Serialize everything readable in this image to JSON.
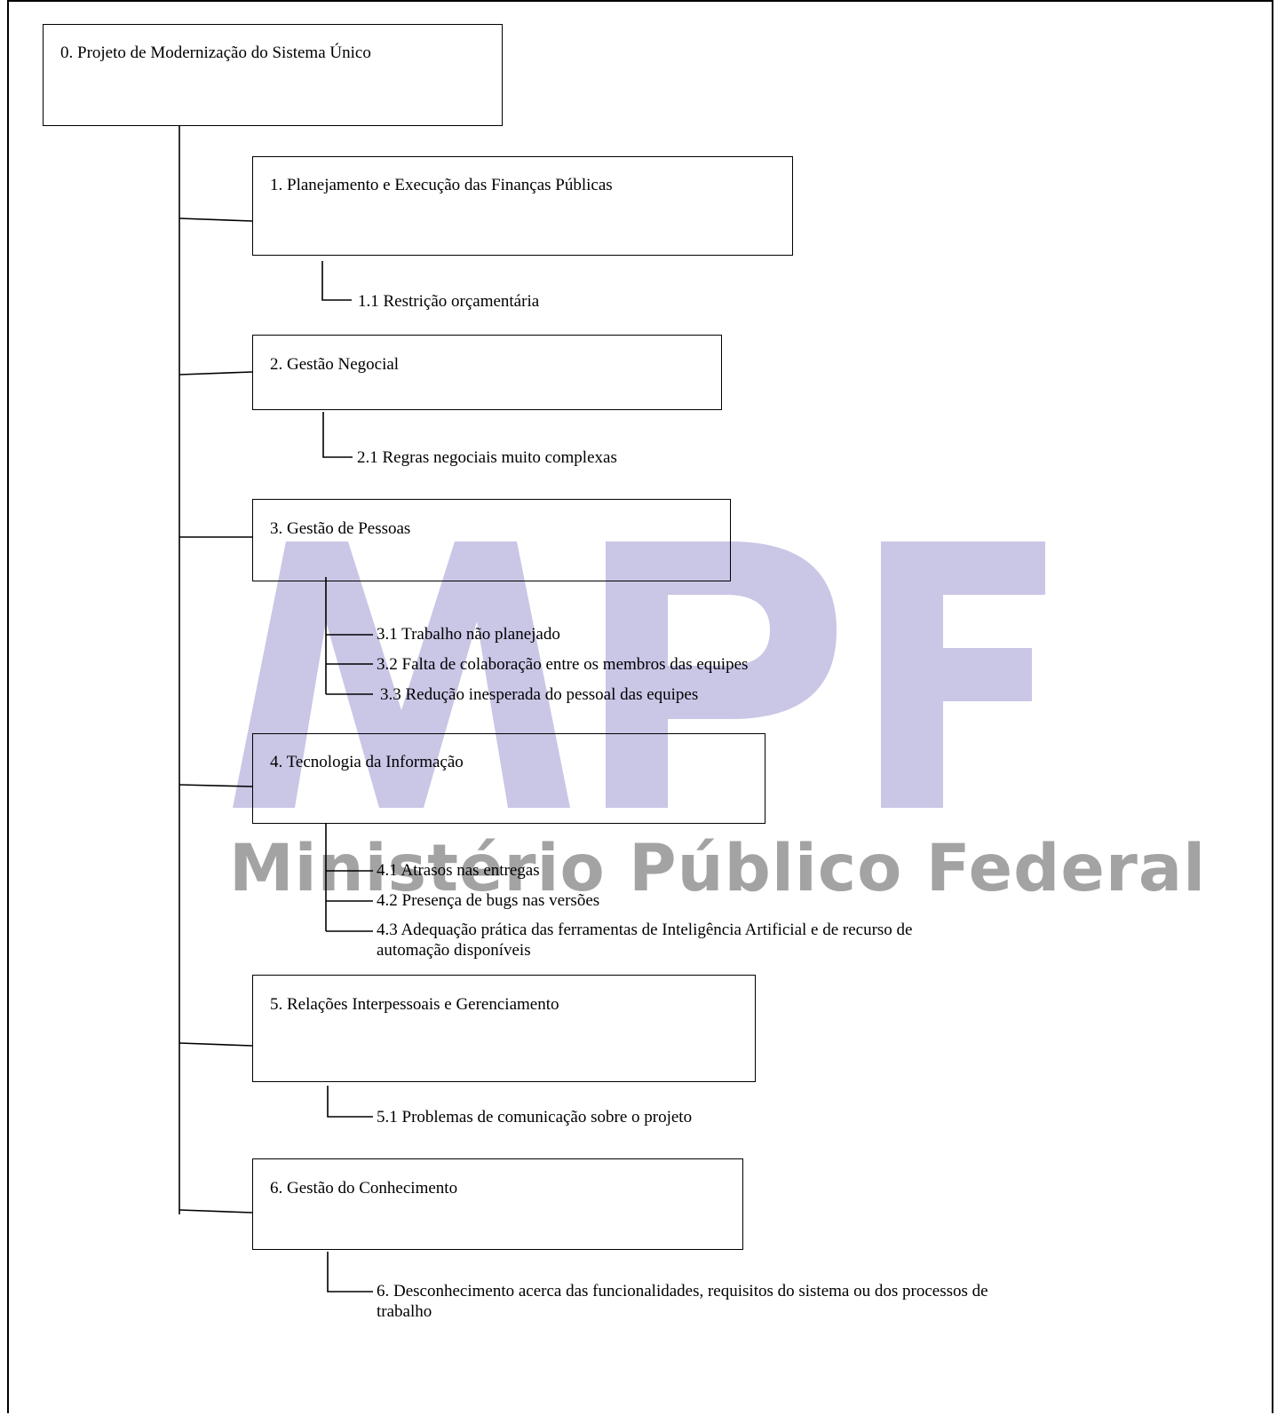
{
  "watermark": {
    "letters": "MPF",
    "text": "Ministério Público Federal",
    "letters_color": "#c9c6e6",
    "text_color": "#a3a3a3"
  },
  "root": {
    "label": "0. Projeto de Modernização do Sistema Único"
  },
  "categories": [
    {
      "label": "1. Planejamento e Execução das Finanças Públicas",
      "items": [
        "1.1 Restrição orçamentária"
      ]
    },
    {
      "label": "2. Gestão Negocial",
      "items": [
        "2.1 Regras negociais muito complexas"
      ]
    },
    {
      "label": "3. Gestão de Pessoas",
      "items": [
        "3.1 Trabalho não planejado",
        "3.2 Falta de colaboração entre os membros das equipes",
        "3.3 Redução inesperada do pessoal das equipes"
      ]
    },
    {
      "label": "4. Tecnologia da Informação",
      "items": [
        "4.1 Atrasos nas entregas",
        "4.2 Presença de bugs nas versões",
        "4.3 Adequação prática das ferramentas de Inteligência Artificial e de recurso de automação disponíveis"
      ]
    },
    {
      "label": "5. Relações Interpessoais e Gerenciamento",
      "items": [
        "5.1 Problemas de comunicação sobre o projeto"
      ]
    },
    {
      "label": "6. Gestão do Conhecimento",
      "items": [
        "6. Desconhecimento acerca das funcionalidades, requisitos do sistema ou dos processos de trabalho"
      ]
    }
  ]
}
